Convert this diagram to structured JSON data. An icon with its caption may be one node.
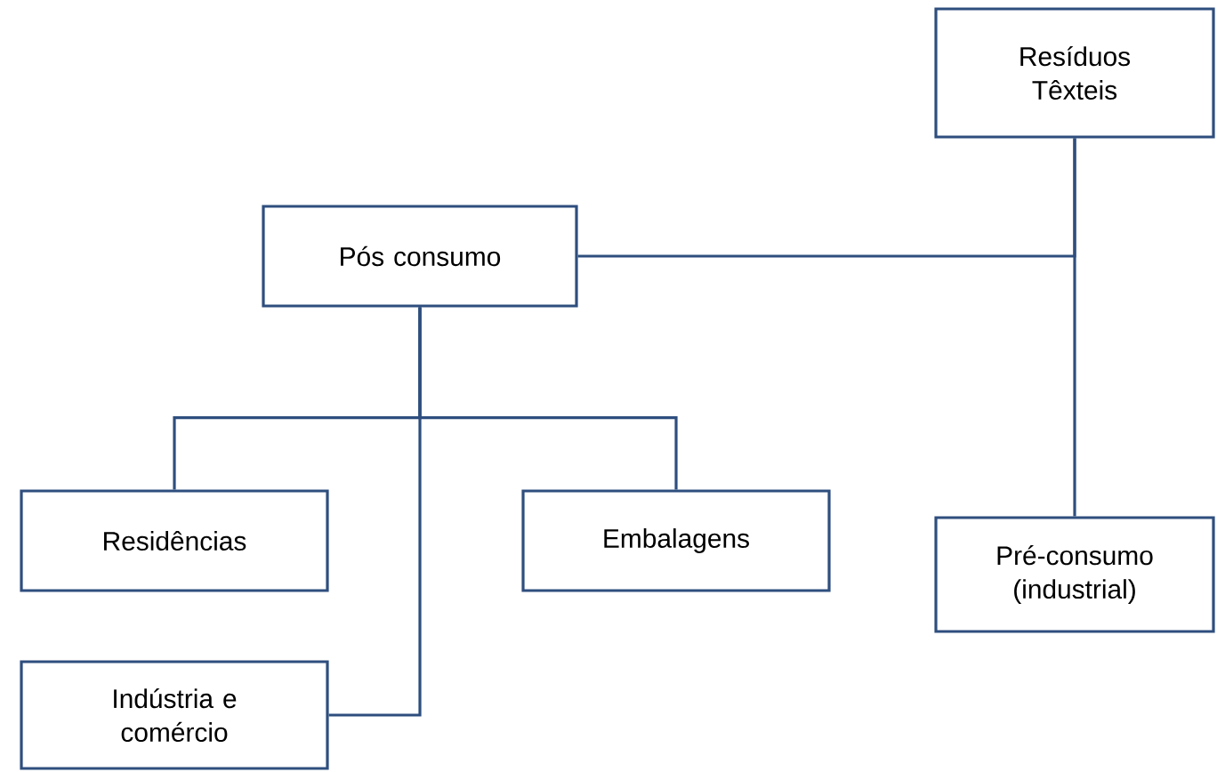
{
  "diagram": {
    "nodes": [
      {
        "text": [
          "Resíduos Têxteis"
        ]
      },
      {
        "text": [
          "Pós consumo"
        ]
      },
      {
        "text": [
          "Residências"
        ]
      },
      {
        "text": [
          "Embalagens"
        ]
      },
      {
        "text": [
          "Pré-consumo (industrial)"
        ]
      },
      {
        "text": [
          "Indústria e comércio"
        ]
      }
    ],
    "edges": [
      {
        "from": 0,
        "to": 1,
        "arrow": "none"
      },
      {
        "from": 0,
        "to": 4,
        "arrow": "none"
      },
      {
        "from": 1,
        "to": 2,
        "arrow": "none"
      },
      {
        "from": 1,
        "to": 3,
        "arrow": "none"
      },
      {
        "from": 1,
        "to": 5,
        "arrow": "none"
      }
    ]
  }
}
